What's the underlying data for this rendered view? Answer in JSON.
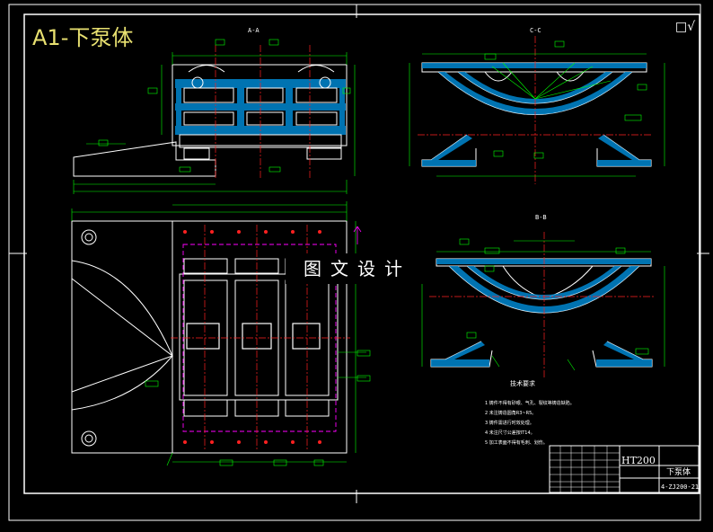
{
  "drawing": {
    "title": "A1-下泵体",
    "watermark": "图文设计",
    "section_cc": "C-C",
    "section_bb": "B-B",
    "section_aa": "A-A",
    "material": "HT200",
    "part_name": "下泵体",
    "drawing_code": "4-ZJ200-21",
    "tech_requirements_title": "技术要求",
    "tech_notes": [
      "1  铸件不得有砂眼、气孔、裂纹等铸造缺陷。",
      "2  未注铸造圆角R3~R5。",
      "3  铸件需进行时效处理。",
      "4  未注尺寸公差按IT14。",
      "5  加工表面不得有毛刺、划伤。"
    ]
  },
  "colors": {
    "background": "#000000",
    "border": "#ffffff",
    "outline": "#ffffff",
    "dimension": "#00ff00",
    "hatch": "#00a0ff",
    "centerline": "#ff2020",
    "hidden": "#ff00ff",
    "title_text": "#e8e070"
  }
}
